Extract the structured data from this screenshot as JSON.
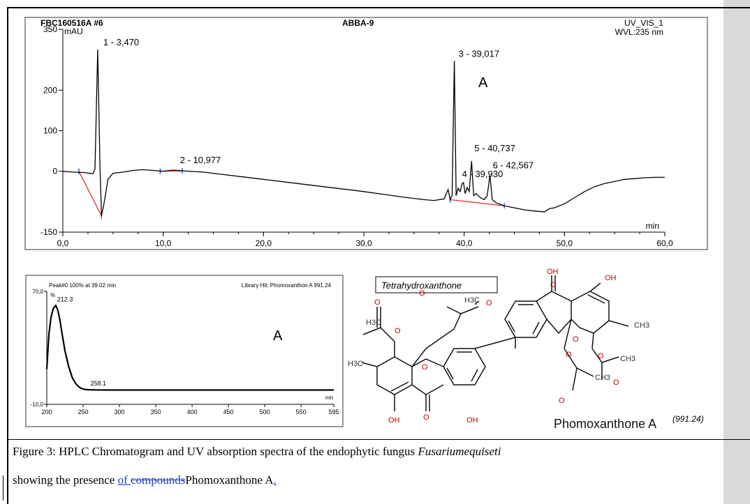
{
  "chart_data": [
    {
      "type": "line",
      "header_left": "FBC160516A #6",
      "header_center": "ABBA-9",
      "header_right_1": "UV_VIS_1",
      "header_right_2": "WVL:235 nm",
      "ylabel": "mAU",
      "xlabel": "min",
      "xlim": [
        0,
        60
      ],
      "ylim": [
        -150,
        350
      ],
      "x_ticks": [
        "0,0",
        "10,0",
        "20,0",
        "30,0",
        "40,0",
        "50,0",
        "60,0"
      ],
      "y_ticks": [
        "350",
        "200",
        "100",
        "0",
        "-150"
      ],
      "peaks": [
        {
          "label": "1 - 3,470",
          "x": 3.47,
          "y": 300
        },
        {
          "label": "2 - 10,977",
          "x": 10.98,
          "y": 3
        },
        {
          "label": "3 - 39,017",
          "x": 39.02,
          "y": 272
        },
        {
          "label": "4 - 39,930",
          "x": 39.93,
          "y": -28
        },
        {
          "label": "5 - 40,737",
          "x": 40.74,
          "y": 25
        },
        {
          "label": "6 - 42,567",
          "x": 42.57,
          "y": -10
        }
      ],
      "annotation": "A",
      "series": [
        {
          "x": [
            0,
            1,
            2,
            3,
            3.2,
            3.47,
            3.7,
            3.85,
            4.1,
            4.5,
            5,
            6,
            7,
            8,
            9,
            10,
            11,
            12,
            14,
            16,
            18,
            20,
            22,
            24,
            26,
            28,
            30,
            32,
            34,
            36,
            37,
            38,
            38.4,
            38.6,
            38.8,
            39.02,
            39.2,
            39.4,
            39.6,
            39.8,
            39.93,
            40.1,
            40.3,
            40.5,
            40.74,
            40.95,
            41.2,
            41.6,
            42,
            42.3,
            42.57,
            42.8,
            43.2,
            44,
            45,
            46,
            47,
            48,
            48.5,
            49,
            50,
            51,
            52,
            53,
            54,
            55,
            56,
            57,
            58,
            59,
            60
          ],
          "y": [
            0,
            -2,
            -3,
            -6,
            5,
            300,
            10,
            -110,
            -80,
            -20,
            -5,
            -2,
            2,
            4,
            2,
            0,
            3,
            1,
            -2,
            -8,
            -14,
            -20,
            -26,
            -32,
            -38,
            -44,
            -50,
            -57,
            -64,
            -70,
            -72,
            -68,
            -45,
            -70,
            -60,
            272,
            -60,
            -42,
            -50,
            -30,
            -28,
            -55,
            -40,
            -50,
            25,
            -60,
            -55,
            -65,
            -70,
            -60,
            -10,
            -70,
            -78,
            -85,
            -90,
            -95,
            -98,
            -100,
            -92,
            -90,
            -80,
            -65,
            -50,
            -38,
            -30,
            -25,
            -20,
            -18,
            -16,
            -15,
            -15
          ]
        }
      ]
    },
    {
      "type": "line",
      "header_left": "Peak#0  100% at 39.02 min",
      "header_right": "Library Hit: Phomoxanthon A 991.24",
      "xlabel": "nm",
      "xlim": [
        200,
        595
      ],
      "ylim": [
        -10,
        70
      ],
      "x_ticks": [
        "200",
        "250",
        "300",
        "350",
        "400",
        "450",
        "500",
        "550",
        "595"
      ],
      "y_ticks": [
        "70,0",
        "-10,0"
      ],
      "y_unit": "%",
      "peak_labels": [
        {
          "label": "212.3",
          "x": 212.3,
          "y": 60
        },
        {
          "label": "258.1",
          "x": 258.1,
          "y": 0.3
        }
      ],
      "annotation": "A",
      "series": [
        {
          "x": [
            200,
            203,
            206,
            209,
            212.3,
            215,
            218,
            221,
            225,
            230,
            235,
            240,
            245,
            250,
            255,
            258.1,
            265,
            280,
            300,
            350,
            400,
            450,
            500,
            550,
            595
          ],
          "y": [
            15,
            40,
            52,
            58,
            60,
            57,
            50,
            40,
            28,
            17,
            9,
            4.5,
            2,
            0.8,
            0.4,
            0.3,
            0.2,
            0.1,
            0.1,
            0.1,
            0.1,
            0.1,
            0.1,
            0.1,
            0.1
          ]
        }
      ]
    }
  ],
  "structure": {
    "box_label": "Tetrahydroxanthone",
    "name": "Phomoxanthone A",
    "mass": "(991.24)",
    "atoms": [
      "OH",
      "O",
      "OH",
      "H3C",
      "O",
      "O",
      "O",
      "H3C",
      "O",
      "O",
      "CH3",
      "H3C",
      "O",
      "O",
      "O",
      "CH3",
      "O",
      "O",
      "CH3",
      "OH",
      "O",
      "OH"
    ]
  },
  "caption": {
    "line1_prefix": "Figure 3: HPLC Chromatogram and UV absorption spectra of the endophytic fungus ",
    "line1_italic": "Fusariumequiseti",
    "line2_prefix": "showing the presence ",
    "line2_inserted": "of ",
    "line2_deleted": "compounds",
    "line2_name": "Phomoxanthone A",
    "line2_period": ".",
    "line2_inserted_mark": " "
  }
}
